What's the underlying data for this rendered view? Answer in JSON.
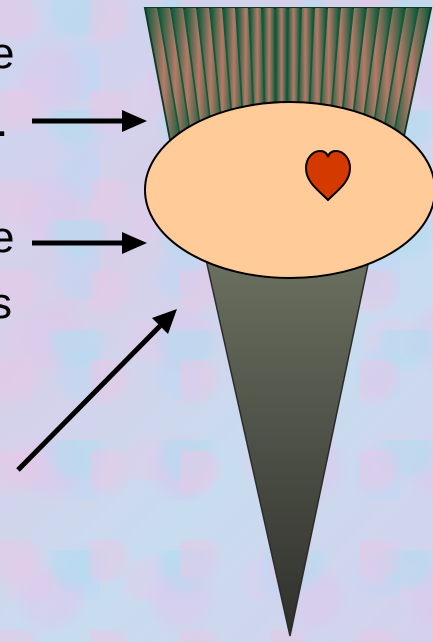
{
  "text_fragments": [
    "e",
    ".",
    "e",
    "s"
  ],
  "colors": {
    "background": "#c9d8ee",
    "bristle_dark": "#0f5a3a",
    "bristle_light": "#c77e6d",
    "ellipse_fill": "#ffcc99",
    "heart": "#d43a00",
    "handle_light": "#6b7060",
    "handle_dark": "#2f302c",
    "arrow": "#000000"
  }
}
